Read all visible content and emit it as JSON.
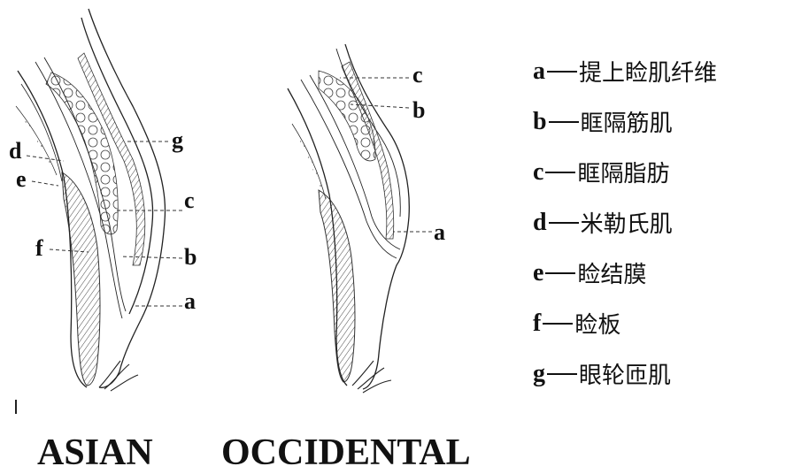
{
  "asian": {
    "caption": "ASIAN",
    "labels": {
      "d": "d",
      "e": "e",
      "f": "f",
      "g": "g",
      "c": "c",
      "b": "b",
      "a": "a"
    }
  },
  "occidental": {
    "caption": "OCCIDENTAL",
    "labels": {
      "c": "c",
      "b": "b",
      "a": "a"
    }
  },
  "legend": [
    {
      "key": "a",
      "text": "提上睑肌纤维"
    },
    {
      "key": "b",
      "text": "眶隔筋肌"
    },
    {
      "key": "c",
      "text": "眶隔脂肪"
    },
    {
      "key": "d",
      "text": "米勒氏肌"
    },
    {
      "key": "e",
      "text": "睑结膜"
    },
    {
      "key": "f",
      "text": "睑板"
    },
    {
      "key": "g",
      "text": "眼轮匝肌"
    }
  ],
  "colors": {
    "ink": "#222222",
    "background": "#ffffff"
  }
}
